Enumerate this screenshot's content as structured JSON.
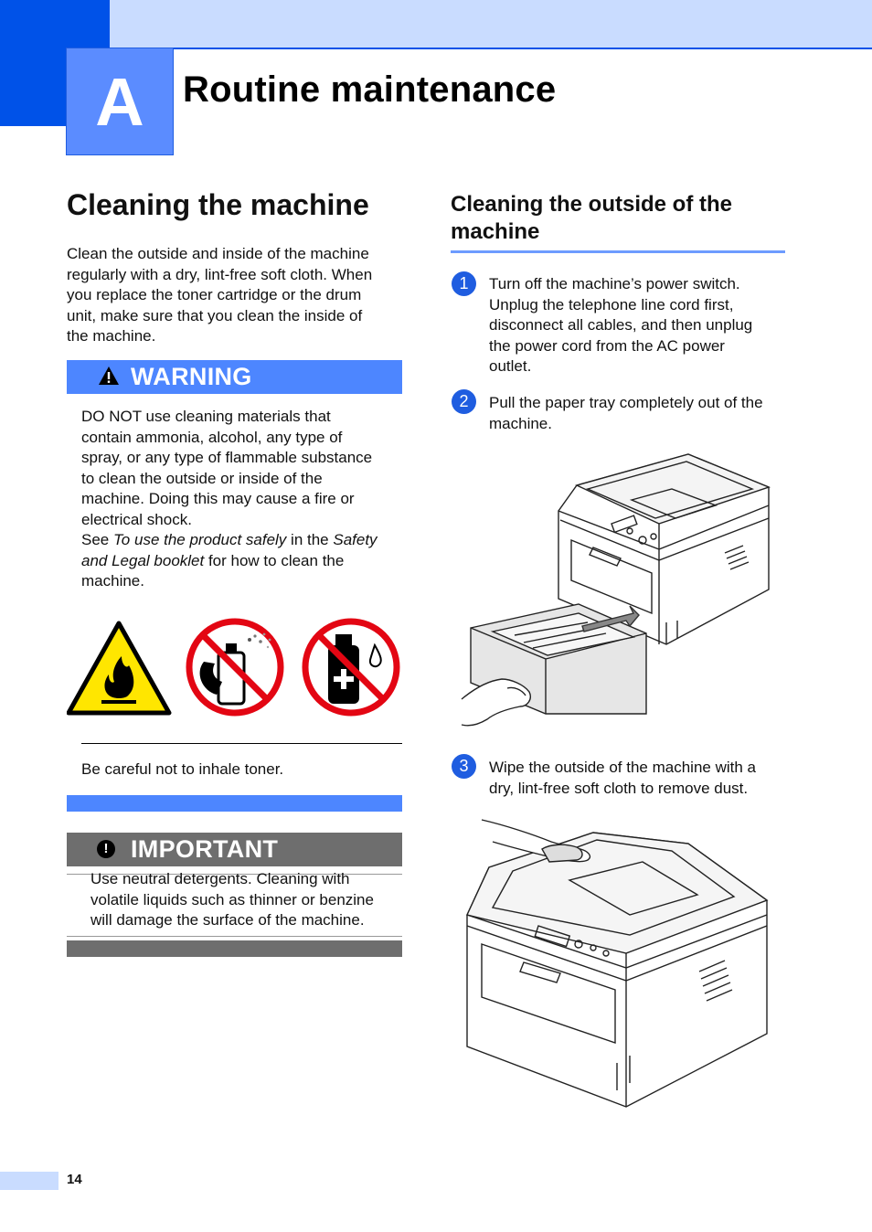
{
  "chapter": {
    "letter": "A",
    "title": "Routine maintenance"
  },
  "section": {
    "title": "Cleaning the machine",
    "intro": [
      "Clean the outside and inside of the machine",
      "regularly with a dry, lint-free soft cloth. When",
      "you replace the toner cartridge or the drum",
      "unit, make sure that you clean the inside of",
      "the machine."
    ]
  },
  "warning": {
    "label": "WARNING",
    "lines": [
      "DO NOT use cleaning materials that",
      "contain ammonia, alcohol, any type of",
      "spray, or any type of flammable substance",
      "to clean the outside or inside of the",
      "machine. Doing this may cause a fire or",
      "electrical shock."
    ],
    "see_prefix": "See ",
    "see_link": "To use the product safely",
    "see_mid": " in the ",
    "see_book_1": "Safety",
    "see_book_2": "and Legal booklet",
    "see_suffix": " for how to clean the",
    "see_last": "machine.",
    "note": "Be careful not to inhale toner."
  },
  "important": {
    "label": "IMPORTANT",
    "lines": [
      "Use neutral detergents. Cleaning with",
      "volatile liquids such as thinner or benzine",
      "will damage the surface of the machine."
    ]
  },
  "subsection": {
    "title_1": "Cleaning the outside of the",
    "title_2": "machine",
    "steps": [
      {
        "num": "1",
        "lines": [
          "Turn off the machine’s power switch.",
          "Unplug the telephone line cord first,",
          "disconnect all cables, and then unplug",
          "the power cord from the AC power",
          "outlet."
        ]
      },
      {
        "num": "2",
        "lines": [
          "Pull the paper tray completely out of the",
          "machine."
        ]
      },
      {
        "num": "3",
        "lines": [
          "Wipe the outside of the machine with a",
          "dry, lint-free soft cloth to remove dust."
        ]
      }
    ]
  },
  "page_number": "14"
}
